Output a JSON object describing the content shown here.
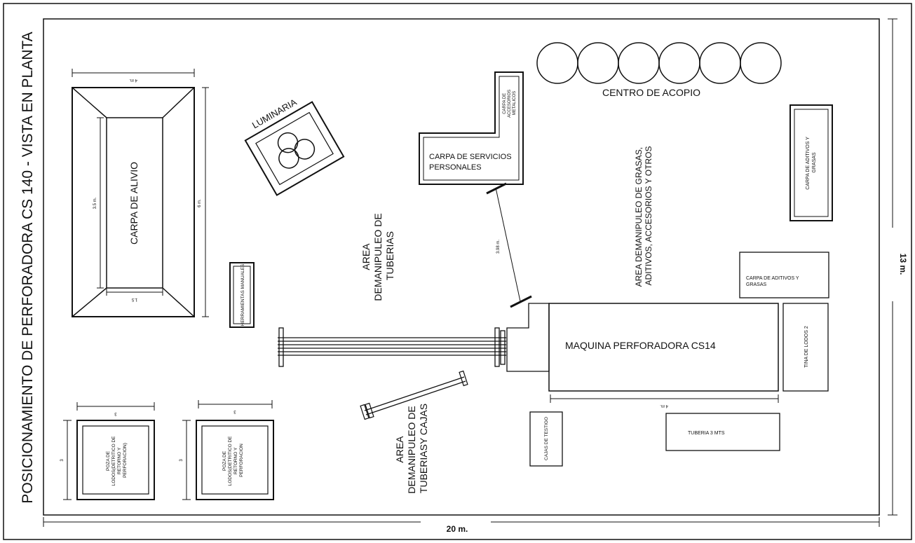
{
  "title": "POSICIONAMIENTO DE PERFORADORA CS 140 - VISTA EN PLANTA",
  "dimensions": {
    "width": "20 m.",
    "height": "13 m."
  },
  "areas": {
    "carpa_alivio": {
      "label": "CARPA DE ALIVIO",
      "dim_top": "4 m.",
      "dim_left": "3.5 m.",
      "dim_right": "6 m.",
      "dim_bottom": "1.5"
    },
    "luminaria": {
      "label": "LUMINARIA"
    },
    "herramientas": {
      "label": "HERRAMIENTAS MANUALES"
    },
    "pozas": [
      {
        "label": "POZA DE LODOS(DETRITICO DE RETORNO Y PERFORACION)",
        "dim_top": "3",
        "dim_left": "3"
      },
      {
        "label": "POZA DE LODOS(DETRITICO DE RETORNO Y PERFORACION",
        "dim_top": "3",
        "dim_left": "3"
      }
    ],
    "area_tuberias": {
      "label_lines": [
        "AREA",
        "DEMANIPULEO DE",
        "TUBERIAS"
      ]
    },
    "area_tuberias_cajas": {
      "label_lines": [
        "AREA",
        "DEMANIPULEO DE",
        "TUBERIASY CAJAS"
      ]
    },
    "carpa_servicios": {
      "label_lines": [
        "CARPA DE SERVICIOS",
        "PERSONALES"
      ]
    },
    "carpa_accesorios": {
      "label_lines": [
        "CARPA DE",
        "ACCESORIOS",
        "METALICOS"
      ]
    },
    "connector_dim": "3.98 m.",
    "centro_acopio": {
      "label": "CENTRO DE ACOPIO"
    },
    "area_grasas": {
      "label_lines": [
        "AREA DEMANIPULEO DE GRASAS,",
        "ADITIVOS, ACCESORIOS Y OTROS"
      ]
    },
    "carpa_aditivos_vertical": {
      "label_lines": [
        "CARPA DE ADITIVOS Y",
        "GRASAS"
      ]
    },
    "carpa_aditivos_horizontal": {
      "label_lines": [
        "CARPA DE ADITIVOS Y",
        "GRASAS"
      ]
    },
    "maquina": {
      "label": "MAQUINA PERFORADORA CS14",
      "dim": "4 m."
    },
    "tina_lodos": {
      "label": "TINA DE LODOS 2"
    },
    "cajas_testigo": {
      "label": "CAJAS DE TESTIGO"
    },
    "tuberia_3mts": {
      "label": "TUBERIA 3 MTS"
    }
  },
  "colors": {
    "ink": "#111111",
    "paper": "#ffffff"
  }
}
